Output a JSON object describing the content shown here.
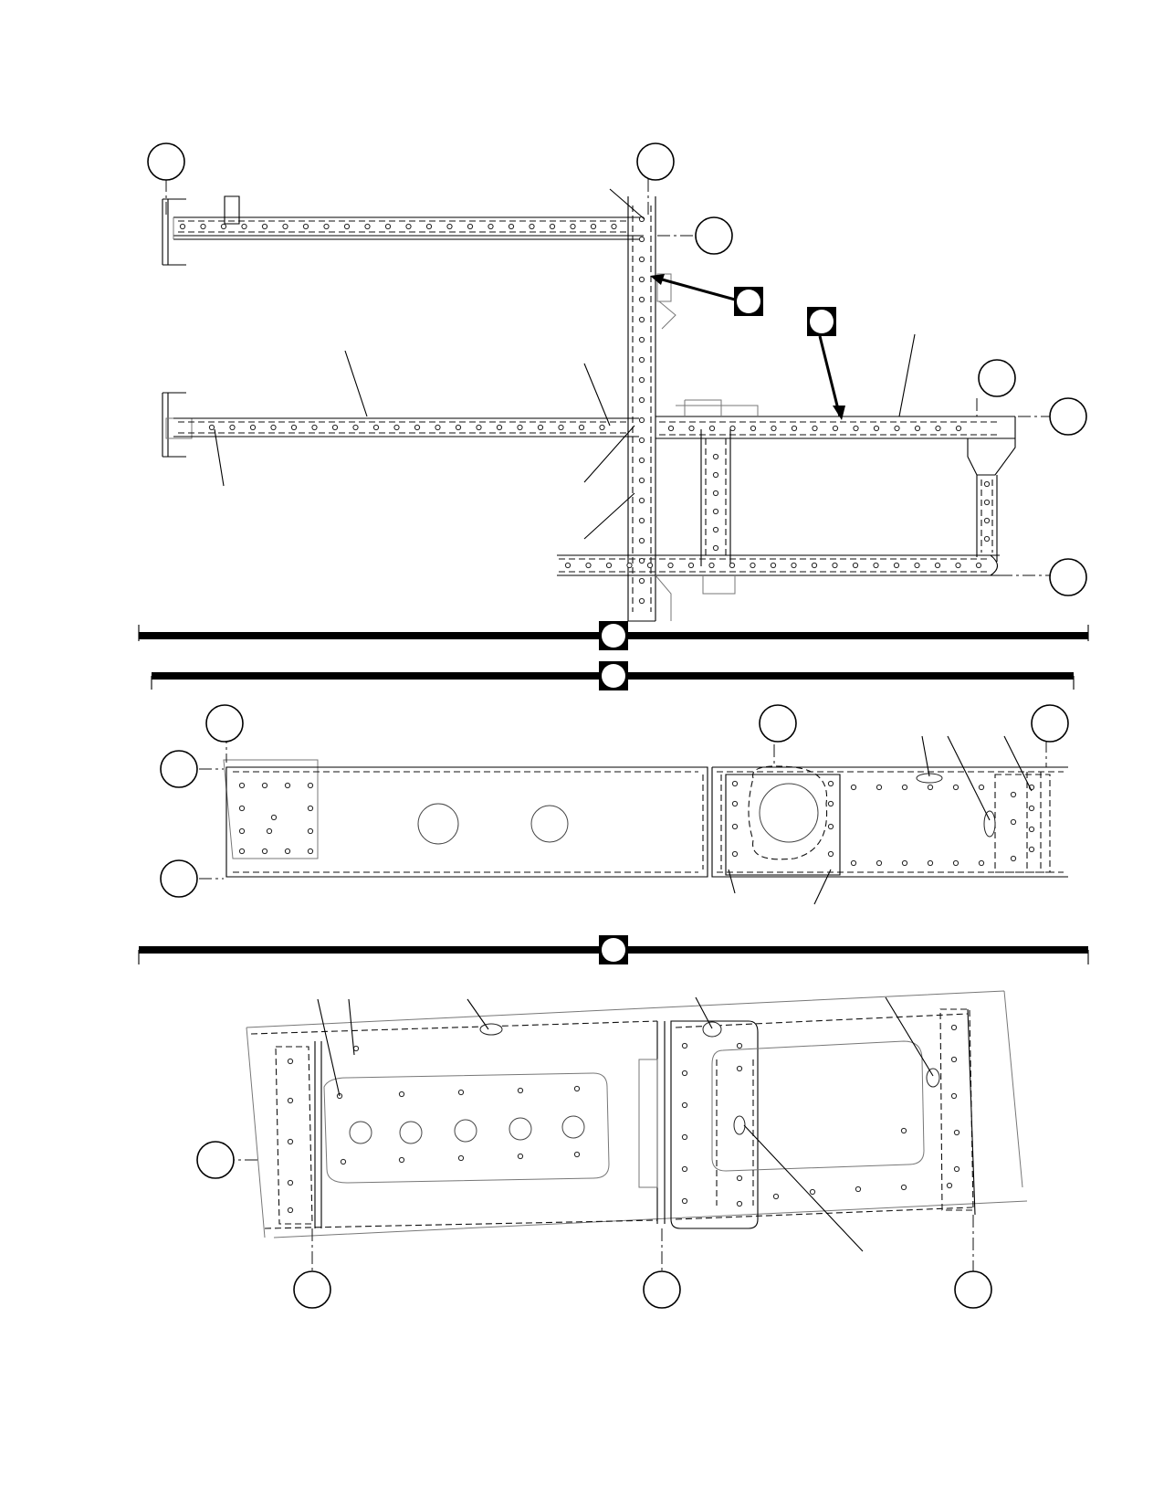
{
  "drawing": {
    "line_color": "#000000",
    "background": "#ffffff",
    "views": [
      {
        "id": "upper-plan-view"
      },
      {
        "id": "middle-section-view"
      },
      {
        "id": "lower-section-view"
      }
    ]
  }
}
